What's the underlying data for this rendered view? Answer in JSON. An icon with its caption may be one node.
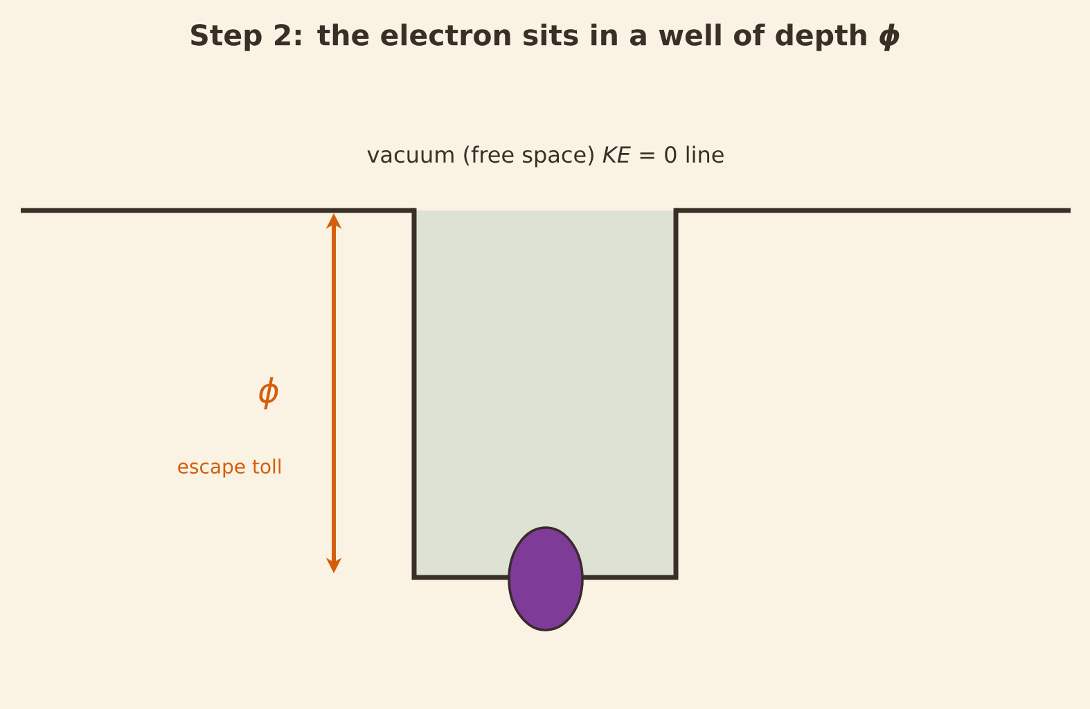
{
  "diagram": {
    "title": "Step 2: the electron sits in a well of depth *ϕ*",
    "nodes": [
      {
        "text": [],
        "shape": "box"
      },
      {
        "text": [],
        "shape": "circle"
      }
    ],
    "labels": [
      "vacuum (free space) *KE* = 0 line",
      "ϕ",
      "escape toll"
    ]
  }
}
